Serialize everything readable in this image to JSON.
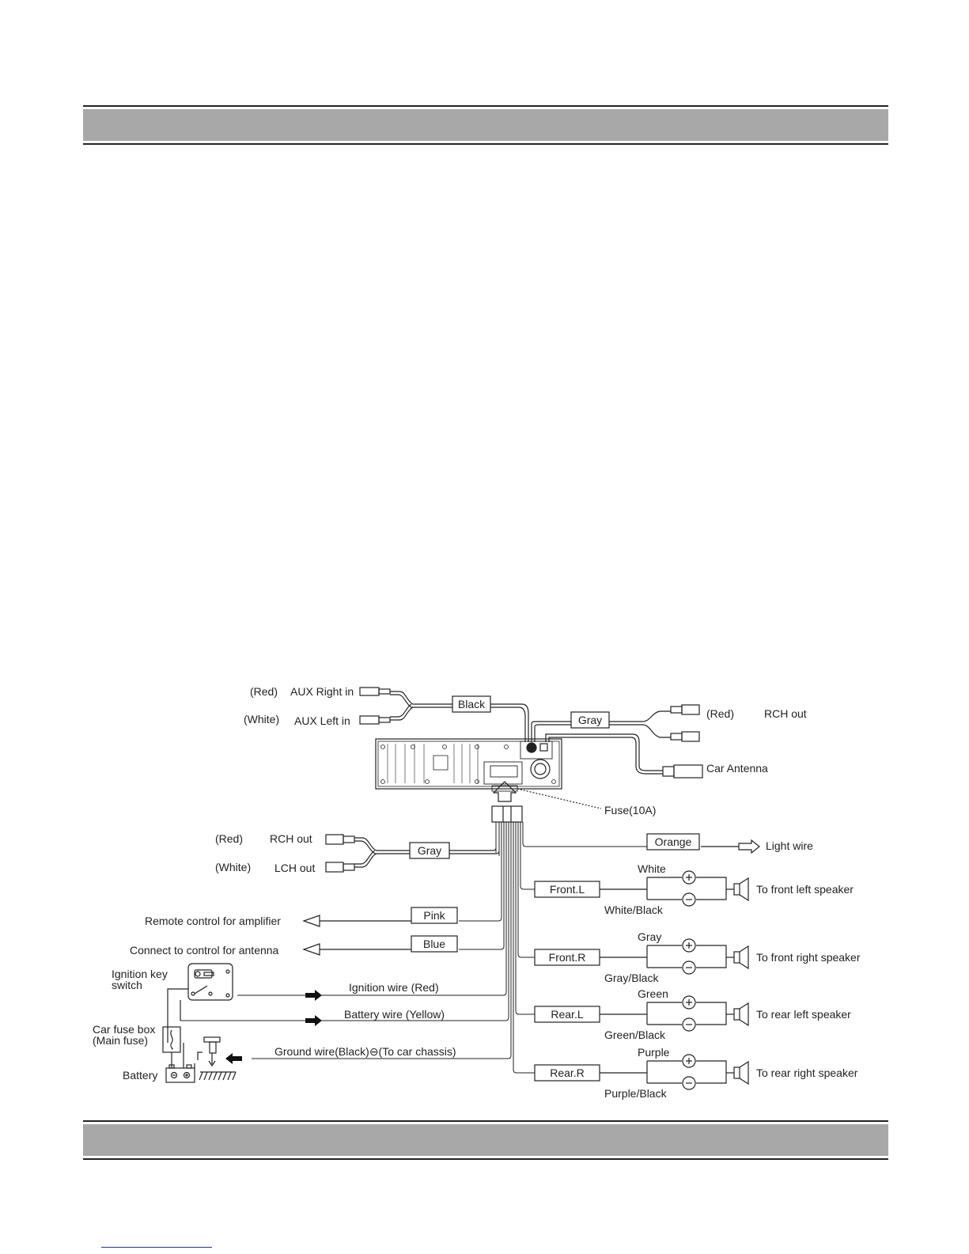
{
  "labels": {
    "aux_right_color": "(Red)",
    "aux_right": "AUX Right in",
    "aux_left_color": "(White)",
    "aux_left": "AUX Left in",
    "wire_black": "Black",
    "wire_gray_top": "Gray",
    "rch_out_top_color": "(Red)",
    "rch_out_top": "RCH out",
    "car_antenna": "Car Antenna",
    "fuse": "Fuse(10A)",
    "rch_out_color": "(Red)",
    "rch_out": "RCH out",
    "lch_out_color": "(White)",
    "lch_out": "LCH out",
    "wire_gray_mid": "Gray",
    "wire_orange": "Orange",
    "light_wire": "Light wire",
    "remote_amp": "Remote control for amplifier",
    "wire_pink": "Pink",
    "antenna_ctrl": "Connect to control for antenna",
    "wire_blue": "Blue",
    "ignition_key_1": "Ignition key",
    "ignition_key_2": "switch",
    "ignition_wire": "Ignition wire  (Red)",
    "battery_wire": "Battery wire  (Yellow)",
    "car_fuse_box_1": "Car fuse box",
    "car_fuse_box_2": "(Main fuse)",
    "ground_wire": "Ground wire(Black)⊖(To car chassis)",
    "battery": "Battery"
  },
  "speakers": [
    {
      "box": "Front.L",
      "plus": "White",
      "minus": "White/Black",
      "target": "To front left speaker"
    },
    {
      "box": "Front.R",
      "plus": "Gray",
      "minus": "Gray/Black",
      "target": "To front right speaker"
    },
    {
      "box": "Rear.L",
      "plus": "Green",
      "minus": "Green/Black",
      "target": "To rear left speaker"
    },
    {
      "box": "Rear.R",
      "plus": "Purple",
      "minus": "Purple/Black",
      "target": "To rear right speaker"
    }
  ],
  "colors": {
    "line": "#222222",
    "band": "#a8a8a8"
  }
}
